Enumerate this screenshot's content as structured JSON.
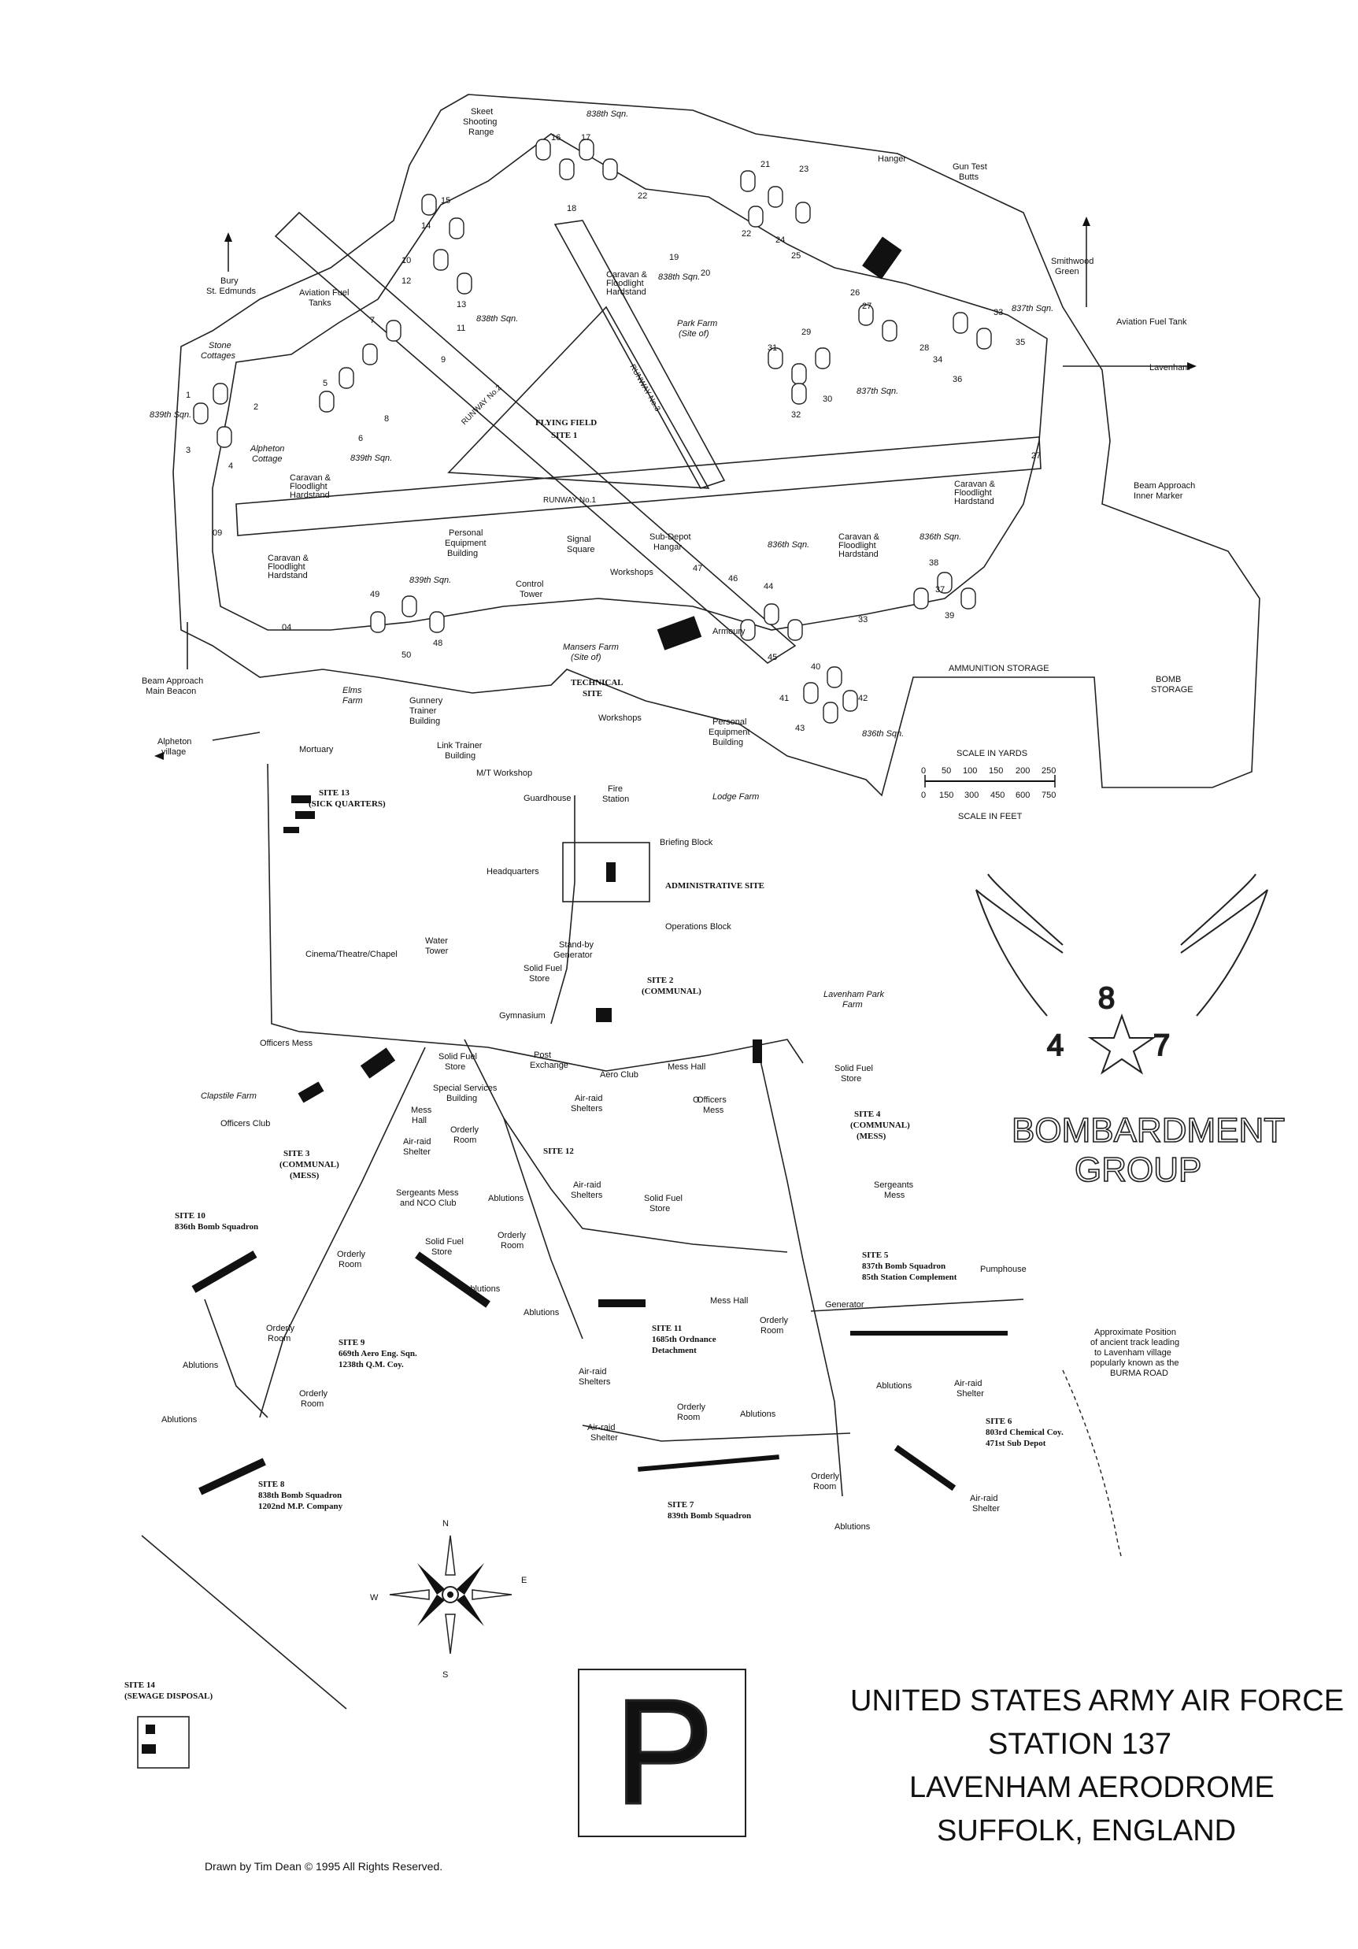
{
  "title_lines": [
    "UNITED STATES ARMY AIR FORCE",
    "STATION 137",
    "LAVENHAM AERODROME",
    "SUFFOLK, ENGLAND"
  ],
  "credit": "Drawn by Tim Dean © 1995  All Rights Reserved.",
  "group_badge": {
    "numbers": [
      "4",
      "8",
      "7"
    ],
    "line1": "BOMBARDMENT",
    "line2": "GROUP"
  },
  "parking_sign": "P",
  "compass": {
    "n": "N",
    "s": "S",
    "e": "E",
    "w": "W"
  },
  "scale_bar": {
    "title": "SCALE IN YARDS",
    "yards": [
      "0",
      "50",
      "100",
      "150",
      "200",
      "250"
    ],
    "feet": [
      "0",
      "150",
      "300",
      "450",
      "600",
      "750"
    ],
    "subtitle": "SCALE IN FEET"
  },
  "runways": [
    "RUNWAY No.1",
    "RUNWAY No.2",
    "RUNWAY No.3"
  ],
  "flying_field": [
    "FLYING FIELD",
    "SITE 1"
  ],
  "technical_site": [
    "TECHNICAL",
    "SITE"
  ],
  "administrative_site": "ADMINISTRATIVE SITE",
  "sites": {
    "site2": [
      "SITE 2",
      "(COMMUNAL)"
    ],
    "site3": [
      "SITE 3",
      "(COMMUNAL)",
      "(MESS)"
    ],
    "site4": [
      "SITE 4",
      "(COMMUNAL)",
      "(MESS)"
    ],
    "site5": [
      "SITE 5",
      "837th Bomb Squadron",
      "85th Station Complement"
    ],
    "site6": [
      "SITE 6",
      "803rd Chemical Coy.",
      "471st Sub Depot"
    ],
    "site7": [
      "SITE 7",
      "839th Bomb Squadron"
    ],
    "site8": [
      "SITE 8",
      "838th Bomb Squadron",
      "1202nd M.P. Company"
    ],
    "site9": [
      "SITE 9",
      "669th Aero Eng. Sqn.",
      "1238th Q.M. Coy."
    ],
    "site10": [
      "SITE 10",
      "836th Bomb Squadron"
    ],
    "site11": [
      "SITE 11",
      "1685th Ordnance",
      "Detachment"
    ],
    "site12": [
      "SITE 12"
    ],
    "site13": [
      "SITE 13",
      "(SICK QUARTERS)"
    ],
    "site14": [
      "SITE 14",
      "(SEWAGE DISPOSAL)"
    ]
  },
  "labels": {
    "skeet": [
      "Skeet",
      "Shooting",
      "Range"
    ],
    "hangar_ne": "Hanger",
    "gun_test": [
      "Gun Test",
      "Butts"
    ],
    "smithwood": [
      "Smithwood",
      "Green"
    ],
    "bury": [
      "Bury",
      "St. Edmunds"
    ],
    "fuel_tanks": [
      "Aviation Fuel",
      "Tanks"
    ],
    "fuel_tank": "Aviation Fuel Tank",
    "stone_cottages": [
      "Stone",
      "Cottages"
    ],
    "alpheton_cottage": [
      "Alpheton",
      "Cottage"
    ],
    "lavenham": "Lavenham",
    "park_farm": [
      "Park Farm",
      "(Site of)"
    ],
    "caravan": [
      "Caravan &",
      "Floodlight",
      "Hardstand"
    ],
    "beam_inner": [
      "Beam Approach",
      "Inner Marker"
    ],
    "beam_main": [
      "Beam Approach",
      "Main Beacon"
    ],
    "personal_equipment": [
      "Personal",
      "Equipment",
      "Building"
    ],
    "signal_square": [
      "Signal",
      "Square"
    ],
    "sub_depot": [
      "Sub-Depot",
      "Hangar"
    ],
    "workshops": "Workshops",
    "control_tower": [
      "Control",
      "Tower"
    ],
    "mansers_farm": [
      "Mansers Farm",
      "(Site of)"
    ],
    "armoury": "Armoury",
    "ammunition": "AMMUNITION STORAGE",
    "bomb_storage": [
      "BOMB",
      "STORAGE"
    ],
    "elms_farm": [
      "Elms",
      "Farm"
    ],
    "gunnery": [
      "Gunnery",
      "Trainer",
      "Building"
    ],
    "link_trainer": [
      "Link Trainer",
      "Building"
    ],
    "mt_workshop": "M/T Workshop",
    "guardhouse": "Guardhouse",
    "fire_station": [
      "Fire",
      "Station"
    ],
    "lodge_farm": "Lodge Farm",
    "alpheton_village": [
      "Alpheton",
      "village"
    ],
    "mortuary": "Mortuary",
    "briefing": "Briefing Block",
    "headquarters": "Headquarters",
    "operations": "Operations Block",
    "solid_fuel": [
      "Solid Fuel",
      "Store"
    ],
    "standby": [
      "Stand-by",
      "Generator"
    ],
    "cinema": "Cinema/Theatre/Chapel",
    "water_tower": [
      "Water",
      "Tower"
    ],
    "gymnasium": "Gymnasium",
    "lavenham_park": [
      "Lavenham Park",
      "Farm"
    ],
    "officers_mess": "Officers Mess",
    "clapstile": "Clapstile Farm",
    "officers_club": "Officers Club",
    "post_exchange": [
      "Post",
      "Exchange"
    ],
    "aero_club": "Aero Club",
    "special_services": [
      "Special Services",
      "Building"
    ],
    "mess_hall": "Mess Hall",
    "mess_hall_2": [
      "Mess",
      "Hall"
    ],
    "air_raid_shelters": [
      "Air-raid",
      "Shelters"
    ],
    "air_raid_shelter": [
      "Air-raid",
      "Shelter"
    ],
    "orderly_room": [
      "Orderly",
      "Room"
    ],
    "ablutions": "Ablutions",
    "sergeants_nco": [
      "Sergeants Mess",
      "and NCO Club"
    ],
    "sergeants_mess": [
      "Sergeants",
      "Mess"
    ],
    "pumphouse": "Pumphouse",
    "generator": "Generator",
    "burma": [
      "Approximate Position",
      "of ancient track leading",
      "to Lavenham village",
      "popularly known as the",
      "BURMA ROAD"
    ]
  },
  "squadron_labels": [
    "838th Sqn.",
    "837th Sqn.",
    "836th Sqn.",
    "839th Sqn."
  ],
  "hardstand_numbers": [
    "1",
    "2",
    "3",
    "4",
    "5",
    "6",
    "7",
    "8",
    "9",
    "10",
    "11",
    "12",
    "13",
    "14",
    "15",
    "16",
    "17",
    "18",
    "19",
    "20",
    "21",
    "22",
    "23",
    "24",
    "25",
    "26",
    "27",
    "28",
    "29",
    "30",
    "31",
    "32",
    "33",
    "34",
    "35",
    "36",
    "37",
    "38",
    "39",
    "40",
    "41",
    "42",
    "43",
    "44",
    "45",
    "46",
    "47",
    "48",
    "49",
    "50",
    "04",
    "09"
  ]
}
